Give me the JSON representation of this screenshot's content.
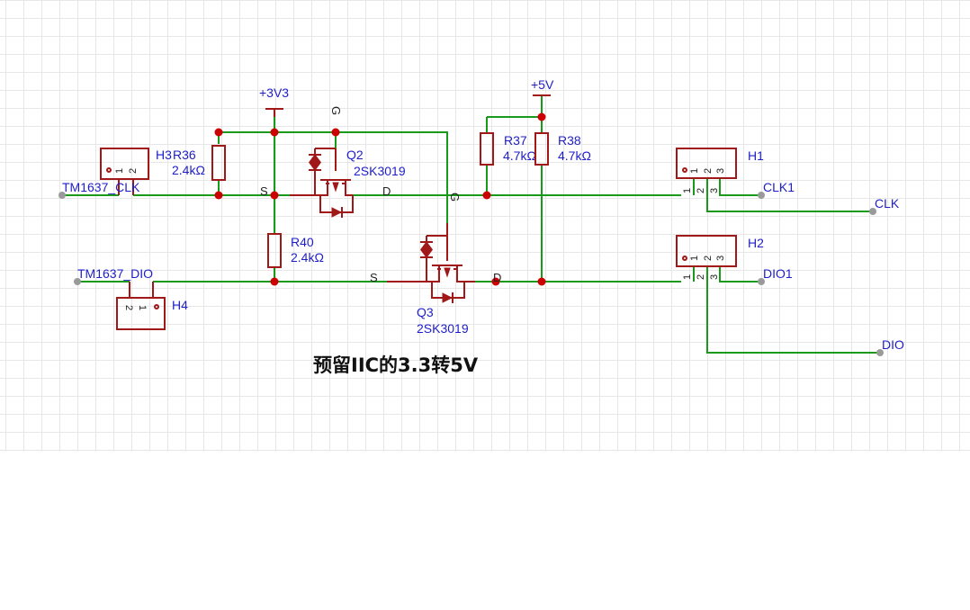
{
  "nets": {
    "v33": "+3V3",
    "v5": "+5V",
    "tm_clk": "TM1637_CLK",
    "tm_dio": "TM1637_DIO",
    "clk1": "CLK1",
    "clk": "CLK",
    "dio1": "DIO1",
    "dio": "DIO"
  },
  "components": {
    "r36": {
      "ref": "R36",
      "value": "2.4kΩ"
    },
    "r40": {
      "ref": "R40",
      "value": "2.4kΩ"
    },
    "r37": {
      "ref": "R37",
      "value": "4.7kΩ"
    },
    "r38": {
      "ref": "R38",
      "value": "4.7kΩ"
    },
    "q2": {
      "ref": "Q2",
      "value": "2SK3019"
    },
    "q3": {
      "ref": "Q3",
      "value": "2SK3019"
    },
    "h1": {
      "ref": "H1"
    },
    "h2": {
      "ref": "H2"
    },
    "h3": {
      "ref": "H3"
    },
    "h4": {
      "ref": "H4"
    }
  },
  "pin_labels": {
    "s": "S",
    "d": "D",
    "g": "G",
    "p1": "1",
    "p2": "2",
    "p3": "3"
  },
  "title": "预留IIC的3.3转5V",
  "colors": {
    "wire": "#1a9a1a",
    "part": "#a01818",
    "label": "#1e1ec8",
    "junction": "#cc0000",
    "grid": "#e7e7e7"
  }
}
